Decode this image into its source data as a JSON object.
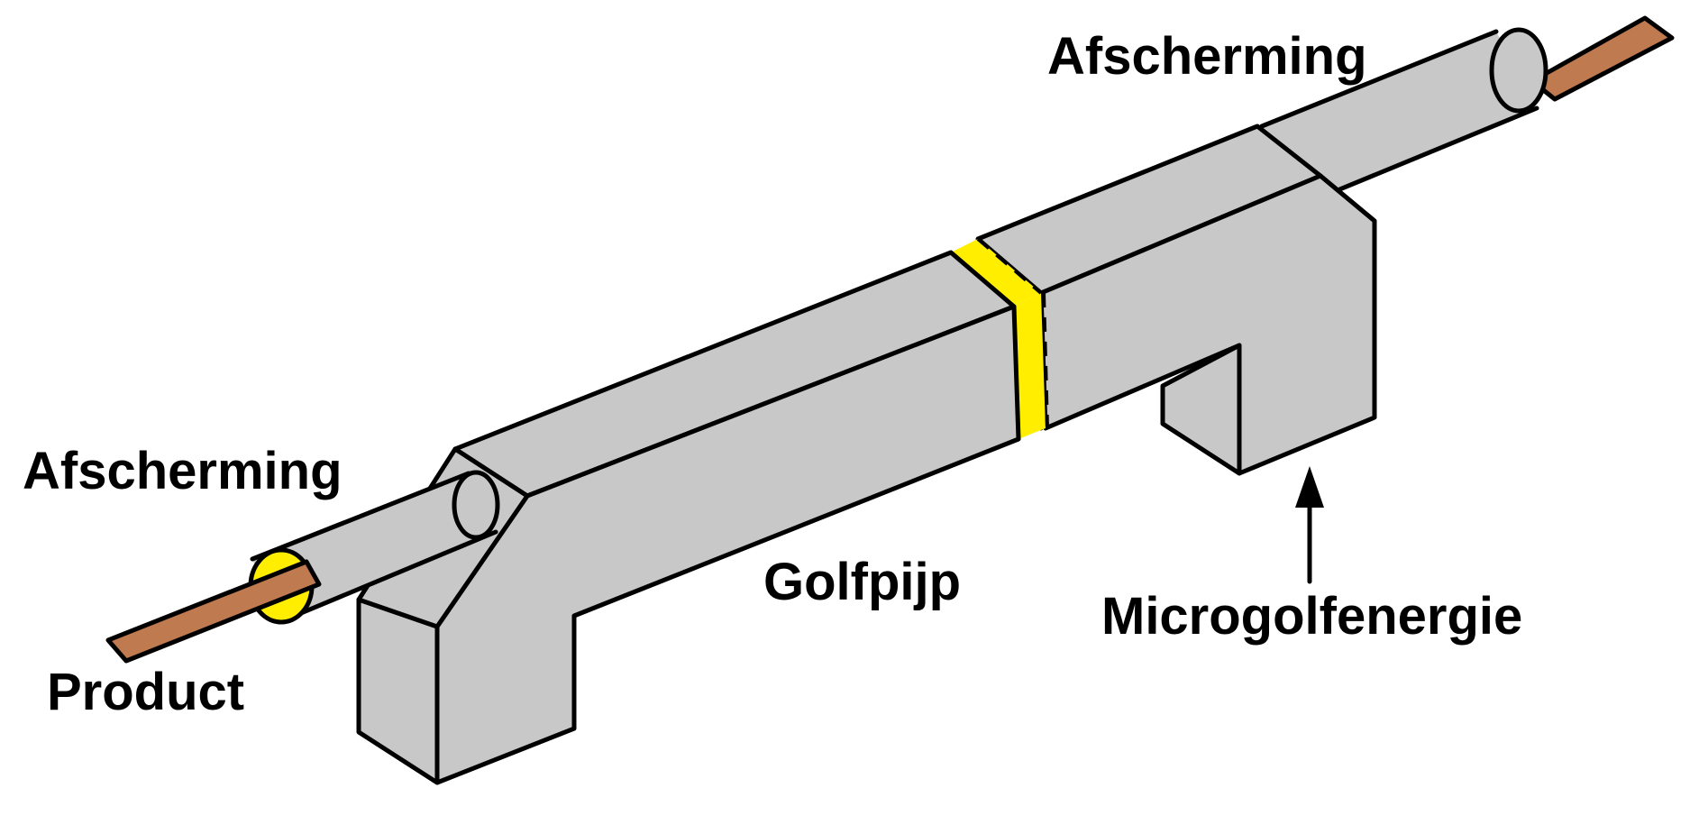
{
  "labels": {
    "shield_top": "Afscherming",
    "shield_left": "Afscherming",
    "product": "Product",
    "waveguide": "Golfpijp",
    "microwave_energy": "Microgolfenergie"
  },
  "colors": {
    "body": "#c8c8c8",
    "product": "#c07a50",
    "yellow": "#ffee00",
    "outline": "#000000"
  }
}
